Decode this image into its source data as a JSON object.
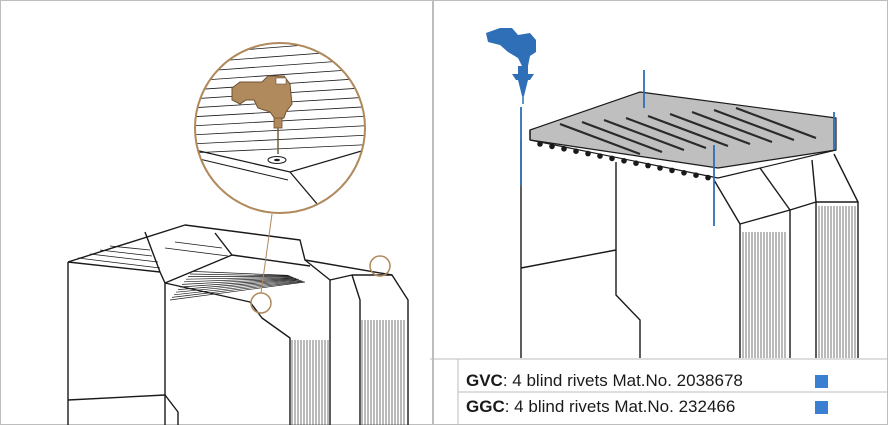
{
  "caption": {
    "rows": [
      {
        "code": "GVC",
        "text": ":  4 blind rivets Mat.No. 2038678"
      },
      {
        "code": "GGC",
        "text": ":  4 blind rivets Mat.No. 232466"
      }
    ]
  },
  "colors": {
    "tool_brown": "#b0895d",
    "tool_blue": "#2f6fb7",
    "marker_square": "#3a7fd0",
    "line": "#1a1a1a",
    "panel_border": "#bdbdbd"
  },
  "icons": {
    "left_tool": "drill-icon",
    "right_tool": "rivet-tool-icon"
  }
}
